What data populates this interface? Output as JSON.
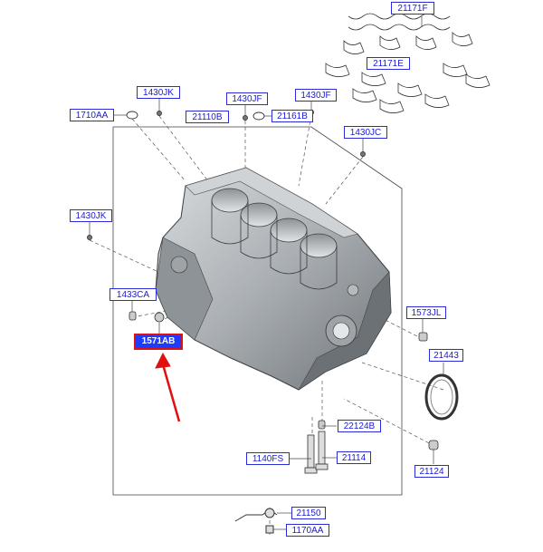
{
  "labels": {
    "p21171F": "21171F",
    "p21171E": "21171E",
    "p1430JK_top": "1430JK",
    "p1430JF_a": "1430JF",
    "p1430JF_b": "1430JF",
    "p1710AA": "1710AA",
    "p21110B": "21110B",
    "p21161B": "21161B",
    "p1430JC": "1430JC",
    "p1430JK_left": "1430JK",
    "p1433CA": "1433CA",
    "p1571AB": "1571AB",
    "p1573JL": "1573JL",
    "p21443": "21443",
    "p22124B": "22124B",
    "p1140FS": "1140FS",
    "p21114": "21114",
    "p21124": "21124",
    "p21150": "21150",
    "p1170AA": "1170AA"
  },
  "colors": {
    "label_text": "#1a1ad6",
    "label_border": "#2b2bd9",
    "highlight_fill": "#1e3cff",
    "highlight_border": "#e01010",
    "arrow": "#e01010"
  },
  "highlighted_part": "1571AB"
}
